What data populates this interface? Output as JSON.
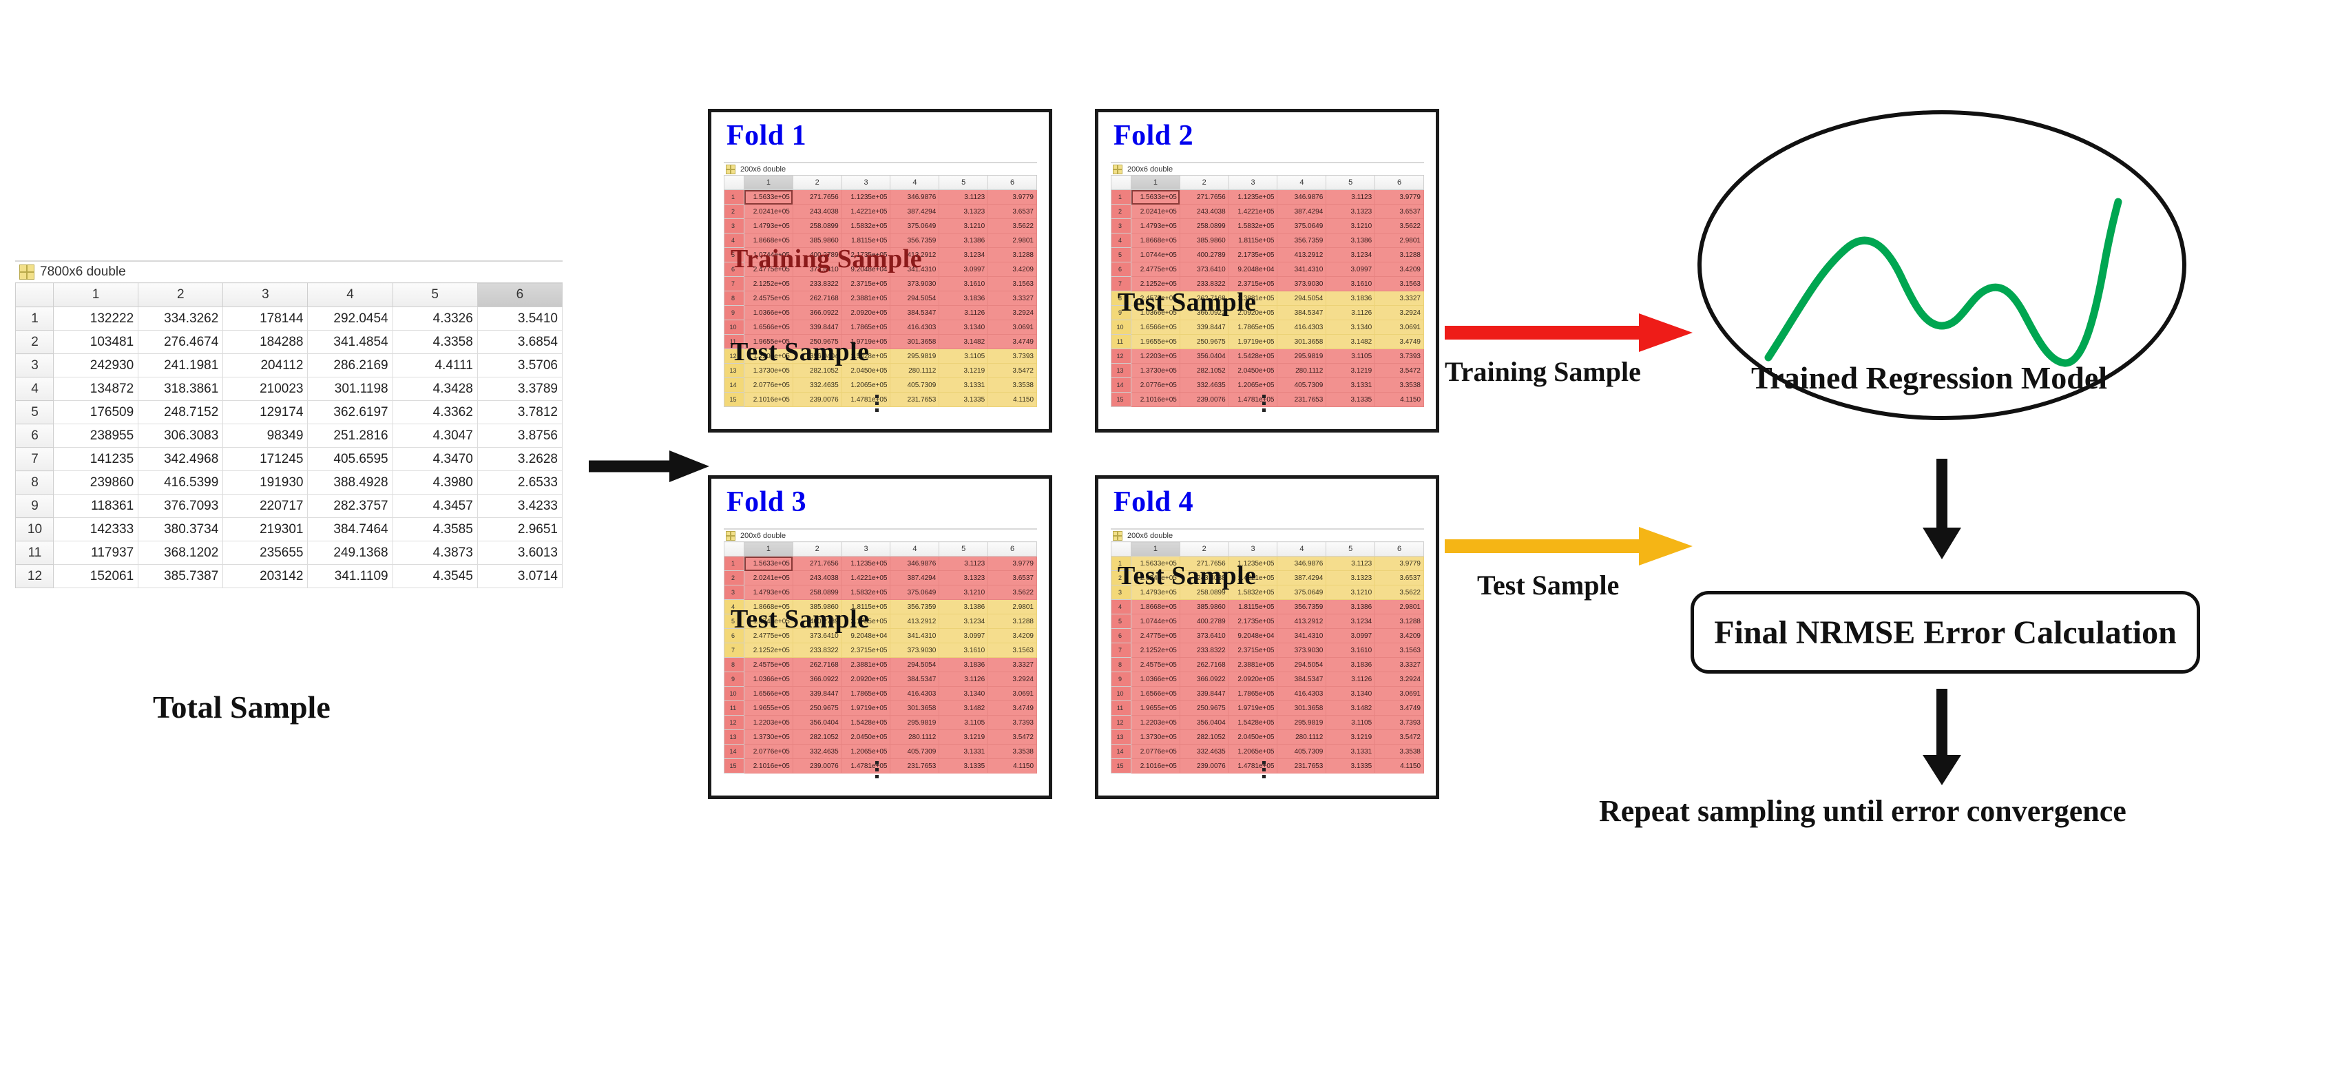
{
  "total_sample": {
    "type_label": "7800x6 double",
    "caption": "Total Sample",
    "columns": [
      "1",
      "2",
      "3",
      "4",
      "5",
      "6"
    ],
    "selected_column": "6",
    "rows": [
      {
        "id": "1",
        "cells": [
          "132222",
          "334.3262",
          "178144",
          "292.0454",
          "4.3326",
          "3.5410"
        ]
      },
      {
        "id": "2",
        "cells": [
          "103481",
          "276.4674",
          "184288",
          "341.4854",
          "4.3358",
          "3.6854"
        ]
      },
      {
        "id": "3",
        "cells": [
          "242930",
          "241.1981",
          "204112",
          "286.2169",
          "4.4111",
          "3.5706"
        ]
      },
      {
        "id": "4",
        "cells": [
          "134872",
          "318.3861",
          "210023",
          "301.1198",
          "4.3428",
          "3.3789"
        ]
      },
      {
        "id": "5",
        "cells": [
          "176509",
          "248.7152",
          "129174",
          "362.6197",
          "4.3362",
          "3.7812"
        ]
      },
      {
        "id": "6",
        "cells": [
          "238955",
          "306.3083",
          "98349",
          "251.2816",
          "4.3047",
          "3.8756"
        ]
      },
      {
        "id": "7",
        "cells": [
          "141235",
          "342.4968",
          "171245",
          "405.6595",
          "4.3470",
          "3.2628"
        ]
      },
      {
        "id": "8",
        "cells": [
          "239860",
          "416.5399",
          "191930",
          "388.4928",
          "4.3980",
          "2.6533"
        ]
      },
      {
        "id": "9",
        "cells": [
          "118361",
          "376.7093",
          "220717",
          "282.3757",
          "4.3457",
          "3.4233"
        ]
      },
      {
        "id": "10",
        "cells": [
          "142333",
          "380.3734",
          "219301",
          "384.7464",
          "4.3585",
          "2.9651"
        ]
      },
      {
        "id": "11",
        "cells": [
          "117937",
          "368.1202",
          "235655",
          "249.1368",
          "4.3873",
          "3.6013"
        ]
      },
      {
        "id": "12",
        "cells": [
          "152061",
          "385.7387",
          "203142",
          "341.1109",
          "4.3545",
          "3.0714"
        ]
      }
    ]
  },
  "fold_common": {
    "type_label": "200x6 double",
    "columns": [
      "1",
      "2",
      "3",
      "4",
      "5",
      "6"
    ],
    "selected_column": "1",
    "rows": [
      {
        "id": "1",
        "cells": [
          "1.5633e+05",
          "271.7656",
          "1.1235e+05",
          "346.9876",
          "3.1123",
          "3.9779"
        ]
      },
      {
        "id": "2",
        "cells": [
          "2.0241e+05",
          "243.4038",
          "1.4221e+05",
          "387.4294",
          "3.1323",
          "3.6537"
        ]
      },
      {
        "id": "3",
        "cells": [
          "1.4793e+05",
          "258.0899",
          "1.5832e+05",
          "375.0649",
          "3.1210",
          "3.5622"
        ]
      },
      {
        "id": "4",
        "cells": [
          "1.8668e+05",
          "385.9860",
          "1.8115e+05",
          "356.7359",
          "3.1386",
          "2.9801"
        ]
      },
      {
        "id": "5",
        "cells": [
          "1.0744e+05",
          "400.2789",
          "2.1735e+05",
          "413.2912",
          "3.1234",
          "3.1288"
        ]
      },
      {
        "id": "6",
        "cells": [
          "2.4775e+05",
          "373.6410",
          "9.2048e+04",
          "341.4310",
          "3.0997",
          "3.4209"
        ]
      },
      {
        "id": "7",
        "cells": [
          "2.1252e+05",
          "233.8322",
          "2.3715e+05",
          "373.9030",
          "3.1610",
          "3.1563"
        ]
      },
      {
        "id": "8",
        "cells": [
          "2.4575e+05",
          "262.7168",
          "2.3881e+05",
          "294.5054",
          "3.1836",
          "3.3327"
        ]
      },
      {
        "id": "9",
        "cells": [
          "1.0366e+05",
          "366.0922",
          "2.0920e+05",
          "384.5347",
          "3.1126",
          "3.2924"
        ]
      },
      {
        "id": "10",
        "cells": [
          "1.6566e+05",
          "339.8447",
          "1.7865e+05",
          "416.4303",
          "3.1340",
          "3.0691"
        ]
      },
      {
        "id": "11",
        "cells": [
          "1.9655e+05",
          "250.9675",
          "1.9719e+05",
          "301.3658",
          "3.1482",
          "3.4749"
        ]
      },
      {
        "id": "12",
        "cells": [
          "1.2203e+05",
          "356.0404",
          "1.5428e+05",
          "295.9819",
          "3.1105",
          "3.7393"
        ]
      },
      {
        "id": "13",
        "cells": [
          "1.3730e+05",
          "282.1052",
          "2.0450e+05",
          "280.1112",
          "3.1219",
          "3.5472"
        ]
      },
      {
        "id": "14",
        "cells": [
          "2.0776e+05",
          "332.4635",
          "1.2065e+05",
          "405.7309",
          "3.1331",
          "3.3538"
        ]
      },
      {
        "id": "15",
        "cells": [
          "2.1016e+05",
          "239.0076",
          "1.4781e+05",
          "231.7653",
          "3.1335",
          "4.1150"
        ]
      }
    ]
  },
  "folds": [
    {
      "title": "Fold 1",
      "test_start": 12,
      "test_end": 15,
      "labels": [
        {
          "text": "Training Sample",
          "kind": "train"
        },
        {
          "text": "Test Sample",
          "kind": "test"
        }
      ]
    },
    {
      "title": "Fold 2",
      "test_start": 8,
      "test_end": 11,
      "labels": [
        {
          "text": "Test Sample",
          "kind": "test"
        }
      ]
    },
    {
      "title": "Fold 3",
      "test_start": 4,
      "test_end": 7,
      "labels": [
        {
          "text": "Test Sample",
          "kind": "test"
        }
      ]
    },
    {
      "title": "Fold 4",
      "test_start": 1,
      "test_end": 3,
      "labels": [
        {
          "text": "Test Sample",
          "kind": "test"
        }
      ]
    }
  ],
  "flow": {
    "split_arrow_name": "black split arrow",
    "training_arrow_label": "Training Sample",
    "test_arrow_label": "Test Sample",
    "model_caption": "Trained Regression Model",
    "nrmse_label": "Final NRMSE Error Calculation",
    "repeat_label": "Repeat sampling until error convergence"
  },
  "colors": {
    "train_fill": "#f2918f",
    "test_fill": "#f5dd8d",
    "training_arrow": "#ee1c18",
    "test_arrow": "#f5b515",
    "flow_arrow": "#111111",
    "fold_title": "#0000ee",
    "model_curve": "#00a651",
    "train_label_text": "#8b1a1a"
  },
  "chart_data": {
    "type": "line",
    "title": "Trained Regression Model",
    "series": [
      {
        "name": "regression curve",
        "color": "#00a651",
        "x": [
          0,
          8,
          18,
          30,
          40,
          50,
          60,
          72,
          84,
          92,
          100
        ],
        "y": [
          6,
          30,
          62,
          78,
          55,
          40,
          58,
          66,
          40,
          12,
          22,
          74
        ]
      }
    ],
    "xlabel": "",
    "ylabel": "",
    "grid": false,
    "legend": false
  }
}
